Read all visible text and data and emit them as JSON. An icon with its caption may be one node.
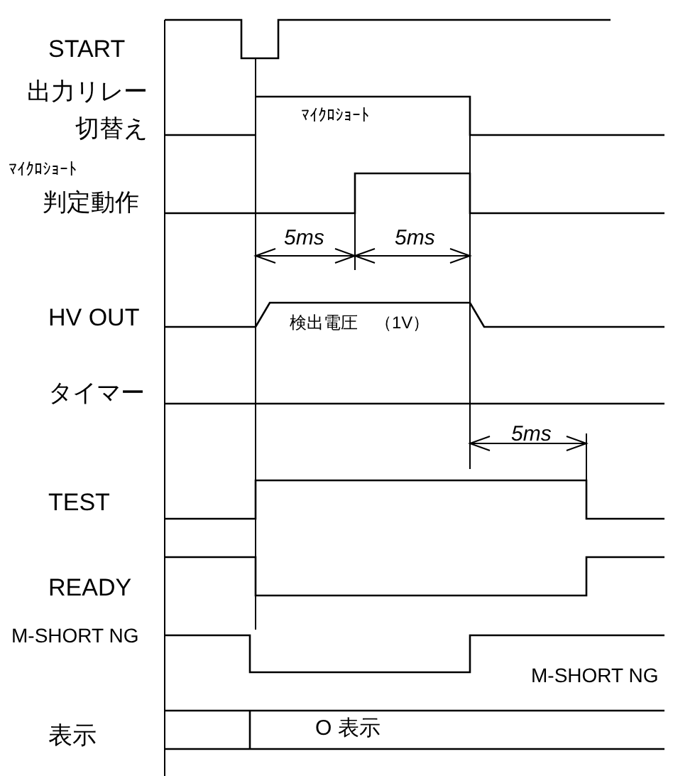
{
  "diagram": {
    "labels": [
      "START",
      "出力リレー切替え",
      "ﾏｲｸﾛｼｮｰﾄ",
      "ﾏｲｸﾛｼｮｰﾄ",
      "判定動作",
      "5ms",
      "5ms",
      "HV OUT",
      "検出電圧　（1V）",
      "タイマー",
      "5ms",
      "TEST",
      "READY",
      "M-SHORT NG",
      "M-SHORT NG",
      "表示",
      "O 表示"
    ]
  }
}
